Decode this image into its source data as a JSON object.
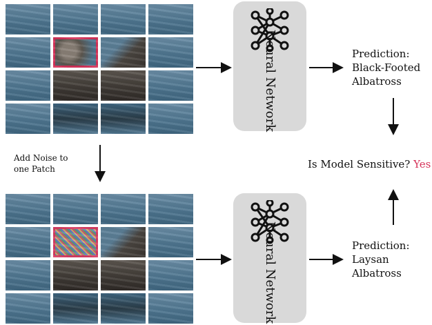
{
  "network_label": "Neural Network",
  "top": {
    "prediction_title": "Prediction:",
    "prediction_line1": "Black-Footed",
    "prediction_line2": "Albatross"
  },
  "bottom": {
    "prediction_title": "Prediction:",
    "prediction_line1": "Laysan",
    "prediction_line2": "Albatross"
  },
  "noise_step": {
    "line1": "Add Noise to",
    "line2": "one Patch"
  },
  "question": {
    "text": "Is Model Sensitive?",
    "answer": "Yes"
  },
  "colors": {
    "highlight": "#d6335a",
    "answer": "#d6335a",
    "network_box": "#d9d9d9"
  },
  "icons": {
    "network": "neural-network-icon"
  }
}
